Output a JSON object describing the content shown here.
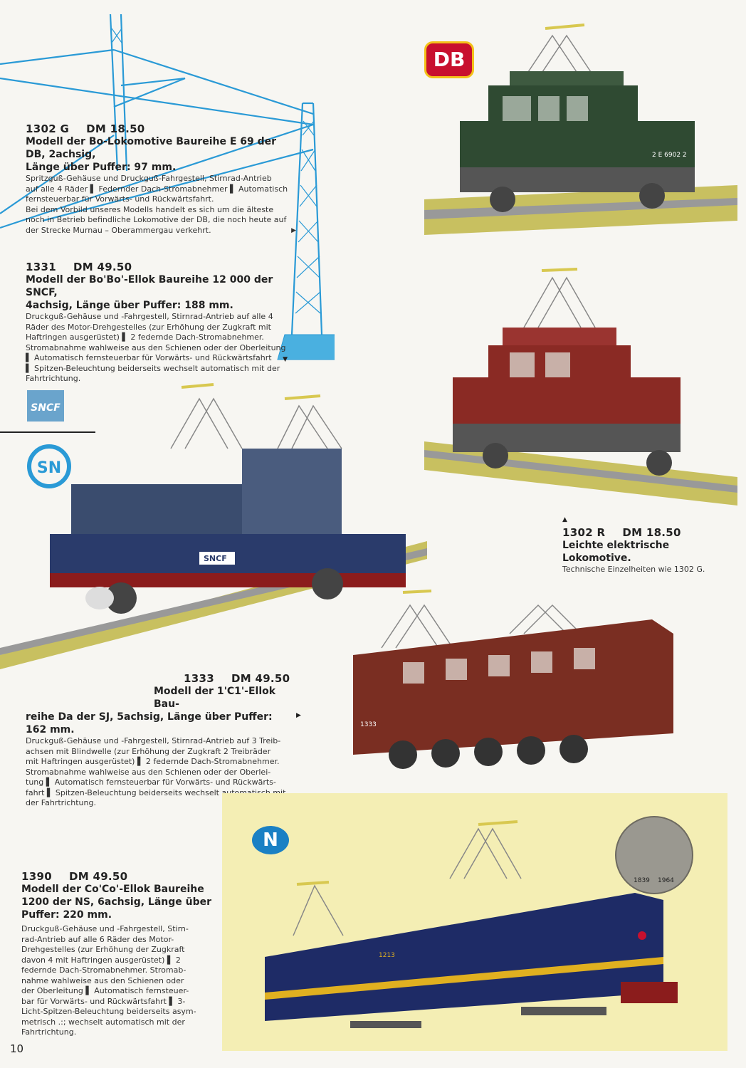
{
  "colors": {
    "accent_blue": "#2a9ad6",
    "db_red": "#c8102e",
    "db_yellow": "#f3c21a",
    "yellow_panel": "#f4eeb4",
    "loco_green": "#2f4a32",
    "loco_red": "#8a2a24",
    "loco_brown": "#7a2e22",
    "loco_blue": "#2a3b6b",
    "loco_navy": "#1e2b66"
  },
  "logos": {
    "db": "DB",
    "sncf": "SNCF",
    "sn": "SN",
    "ns": "N",
    "coin_year_left": "1839",
    "coin_year_right": "1964"
  },
  "products": {
    "p1302g": {
      "number": "1302 G",
      "price": "DM 18.50",
      "title_1": "Modell der Bo-Lokomotive Baureihe E 69 der DB, 2achsig,",
      "title_2": "Länge über Puffer: 97 mm.",
      "desc": [
        "Spritzguß-Gehäuse und Druckguß-Fahrgestell, Stirnrad-Antrieb",
        "auf alle 4 Räder ▌ Federnder Dach-Stromabnehmer ▌ Automatisch",
        "fernsteuerbar für Vorwärts- und Rückwärtsfahrt.",
        "Bei dem Vorbild unseres Modells handelt es sich um die älteste",
        "noch in Betrieb befindliche Lokomotive der DB, die noch heute auf",
        "der Strecke Murnau – Oberammergau verkehrt."
      ],
      "arrow": "▶",
      "loco_label": "2 E 6902 2"
    },
    "p1331": {
      "number": "1331",
      "price": "DM 49.50",
      "title_1": "Modell der Bo'Bo'-Ellok Baureihe 12 000 der SNCF,",
      "title_2": "4achsig, Länge über Puffer: 188 mm.",
      "desc": [
        "Druckguß-Gehäuse und -Fahrgestell, Stirnrad-Antrieb auf alle 4",
        "Räder des Motor-Drehgestelles (zur Erhöhung der Zugkraft mit",
        "Haftringen ausgerüstet) ▌ 2 federnde Dach-Stromabnehmer.",
        "Stromabnahme wahlweise aus den Schienen oder der Oberleitung",
        "▌ Automatisch fernsteuerbar für Vorwärts- und Rückwärtsfahrt",
        "▌ Spitzen-Beleuchtung beiderseits wechselt automatisch mit der",
        "Fahrtrichtung."
      ],
      "arrow": "▼",
      "loco_label": "SNCF"
    },
    "p1302r": {
      "arrow": "▲",
      "number": "1302 R",
      "price": "DM 18.50",
      "title": "Leichte elektrische Lokomotive.",
      "desc": "Technische Einzelheiten wie 1302 G."
    },
    "p1333": {
      "number": "1333",
      "price": "DM 49.50",
      "title_1": "Modell der 1'C1'-Ellok Bau-",
      "title_2": "reihe Da der SJ, 5achsig, Länge über Puffer: 162 mm.",
      "desc": [
        "Druckguß-Gehäuse und -Fahrgestell, Stirnrad-Antrieb auf 3 Treib-",
        "achsen mit Blindwelle (zur Erhöhung der Zugkraft 2 Treibräder",
        "mit Haftringen ausgerüstet) ▌ 2 federnde Dach-Stromabnehmer.",
        "Stromabnahme wahlweise aus den Schienen oder der Oberlei-",
        "tung ▌ Automatisch fernsteuerbar für Vorwärts- und Rückwärts-",
        "fahrt ▌ Spitzen-Beleuchtung beiderseits wechselt automatisch mit",
        "der Fahrtrichtung."
      ],
      "arrow": "▶",
      "loco_label": "1333"
    },
    "p1390": {
      "number": "1390",
      "price": "DM 49.50",
      "title": [
        "Modell der Co'Co'-Ellok Baureihe",
        "1200 der NS, 6achsig, Länge über",
        "Puffer: 220 mm."
      ],
      "desc": [
        "Druckguß-Gehäuse und -Fahrgestell, Stirn-",
        "rad-Antrieb auf alle 6 Räder des Motor-",
        "Drehgestelles (zur Erhöhung der Zugkraft",
        "davon 4 mit Haftringen ausgerüstet) ▌ 2",
        "federnde Dach-Stromabnehmer. Stromab-",
        "nahme wahlweise aus den Schienen oder",
        "der Oberleitung ▌ Automatisch fernsteuer-",
        "bar für Vorwärts- und Rückwärtsfahrt ▌ 3-",
        "Licht-Spitzen-Beleuchtung beiderseits asym-",
        "metrisch .:; wechselt automatisch mit der",
        "Fahrtrichtung."
      ],
      "loco_label": "1213"
    }
  },
  "page_number": "10"
}
